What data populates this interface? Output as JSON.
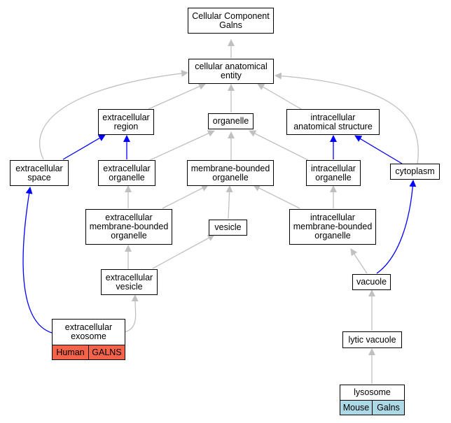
{
  "colors": {
    "is_a_edge": "#c0c0c0",
    "part_of_edge": "#0000ff",
    "human_tag": "#f4634a",
    "mouse_tag": "#add8e6"
  },
  "nodes": {
    "root": {
      "line1": "Cellular Component",
      "line2": "Galns"
    },
    "cae": {
      "line1": "cellular anatomical",
      "line2": "entity"
    },
    "extracellular_region": {
      "line1": "extracellular",
      "line2": "region"
    },
    "organelle": {
      "line1": "organelle"
    },
    "intracellular_anatomical_structure": {
      "line1": "intracellular",
      "line2": "anatomical structure"
    },
    "extracellular_space": {
      "line1": "extracellular",
      "line2": "space"
    },
    "extracellular_organelle": {
      "line1": "extracellular",
      "line2": "organelle"
    },
    "membrane_bounded_organelle": {
      "line1": "membrane-bounded",
      "line2": "organelle"
    },
    "intracellular_organelle": {
      "line1": "intracellular",
      "line2": "organelle"
    },
    "cytoplasm": {
      "line1": "cytoplasm"
    },
    "extracellular_mbo": {
      "line1": "extracellular",
      "line2": "membrane-bounded",
      "line3": "organelle"
    },
    "vesicle": {
      "line1": "vesicle"
    },
    "intracellular_mbo": {
      "line1": "intracellular",
      "line2": "membrane-bounded",
      "line3": "organelle"
    },
    "extracellular_vesicle": {
      "line1": "extracellular",
      "line2": "vesicle"
    },
    "vacuole": {
      "line1": "vacuole"
    },
    "extracellular_exosome": {
      "line1": "extracellular",
      "line2": "exosome",
      "species": "Human",
      "gene": "GALNS"
    },
    "lytic_vacuole": {
      "line1": "lytic vacuole"
    },
    "lysosome": {
      "line1": "lysosome",
      "species": "Mouse",
      "gene": "Galns"
    }
  }
}
